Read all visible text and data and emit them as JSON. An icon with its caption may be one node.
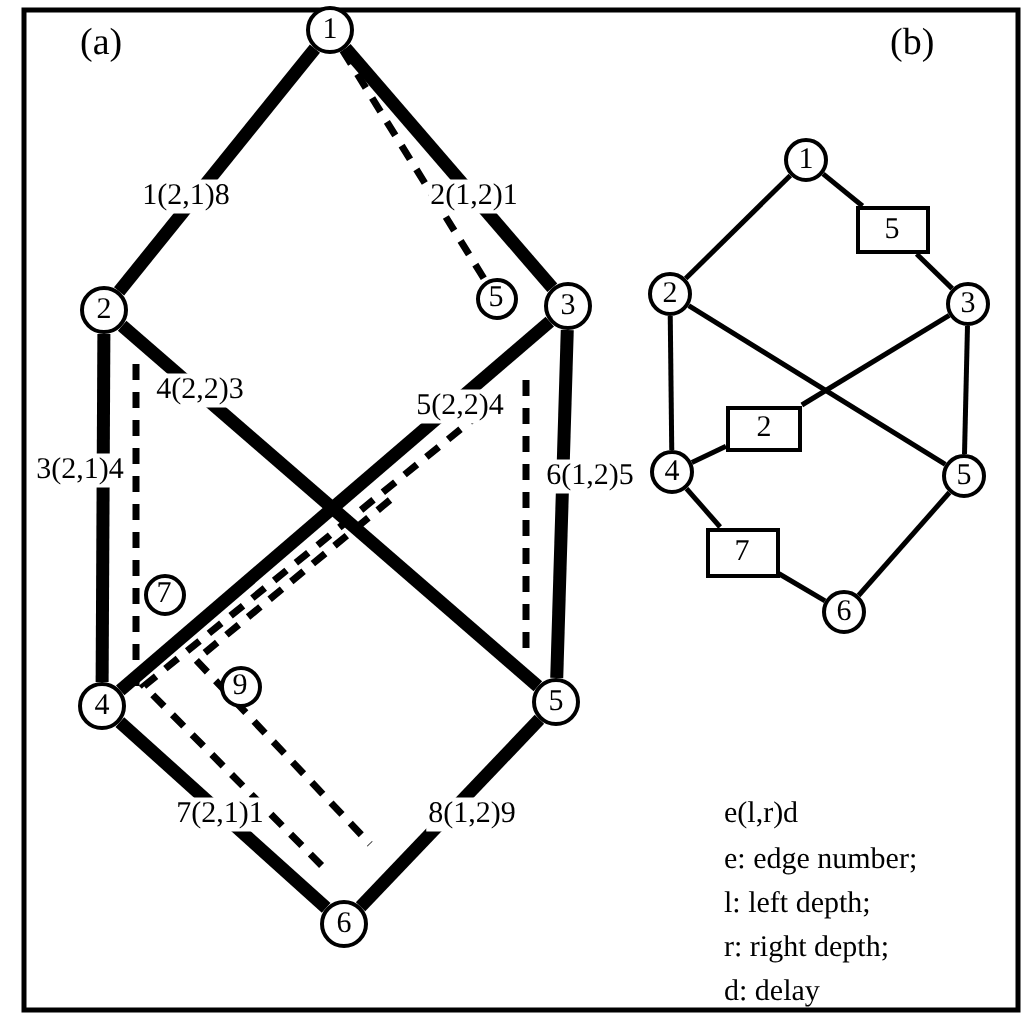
{
  "diagram": {
    "nodes": [
      {
        "text": [
          "1"
        ]
      },
      {
        "text": [
          "2"
        ]
      },
      {
        "text": [
          "3"
        ]
      },
      {
        "text": [
          "4"
        ]
      },
      {
        "text": [
          "5"
        ]
      },
      {
        "text": [
          "6"
        ]
      },
      {
        "text": [
          "5"
        ]
      },
      {
        "text": [
          "7"
        ]
      },
      {
        "text": [
          "9"
        ]
      },
      {
        "text": [
          "1"
        ]
      },
      {
        "text": [
          "2"
        ]
      },
      {
        "text": [
          "3"
        ]
      },
      {
        "text": [
          "4"
        ]
      },
      {
        "text": [
          "5"
        ]
      },
      {
        "text": [
          "6"
        ]
      },
      {
        "text": [
          "5"
        ]
      },
      {
        "text": [
          "2"
        ]
      },
      {
        "text": [
          "7"
        ]
      }
    ],
    "edges": [
      {
        "from": 0,
        "to": 1,
        "arrow": "none",
        "label": "1(2,1)8",
        "style": "thick"
      },
      {
        "from": 0,
        "to": 2,
        "arrow": "none",
        "label": "2(1,2)1",
        "style": "thick"
      },
      {
        "from": 1,
        "to": 3,
        "arrow": "none",
        "label": "3(2,1)4",
        "style": "thick"
      },
      {
        "from": 1,
        "to": 4,
        "arrow": "none",
        "label": "4(2,2)3",
        "style": "thick"
      },
      {
        "from": 2,
        "to": 3,
        "arrow": "none",
        "label": "5(2,2)4",
        "style": "thick"
      },
      {
        "from": 2,
        "to": 4,
        "arrow": "none",
        "label": "6(1,2)5",
        "style": "thick"
      },
      {
        "from": 3,
        "to": 5,
        "arrow": "none",
        "label": "7(2,1)1",
        "style": "thick"
      },
      {
        "from": 4,
        "to": 5,
        "arrow": "none",
        "label": "8(1,2)9",
        "style": "thick"
      },
      {
        "from": 0,
        "to": 6,
        "arrow": "none",
        "style": "dashed"
      },
      {
        "from": 9,
        "to": 10,
        "arrow": "none"
      },
      {
        "from": 9,
        "to": 15,
        "arrow": "none"
      },
      {
        "from": 15,
        "to": 11,
        "arrow": "none"
      },
      {
        "from": 10,
        "to": 12,
        "arrow": "none"
      },
      {
        "from": 10,
        "to": 13,
        "arrow": "none"
      },
      {
        "from": 11,
        "to": 16,
        "arrow": "none"
      },
      {
        "from": 16,
        "to": 12,
        "arrow": "none"
      },
      {
        "from": 11,
        "to": 13,
        "arrow": "none"
      },
      {
        "from": 12,
        "to": 17,
        "arrow": "none"
      },
      {
        "from": 17,
        "to": 14,
        "arrow": "none"
      },
      {
        "from": 13,
        "to": 14,
        "arrow": "none"
      }
    ],
    "labels": [
      "(a)",
      "(b)",
      "e(l,r)d",
      "e: edge number;",
      "l: left depth;",
      "r: right depth;",
      "d: delay"
    ]
  }
}
